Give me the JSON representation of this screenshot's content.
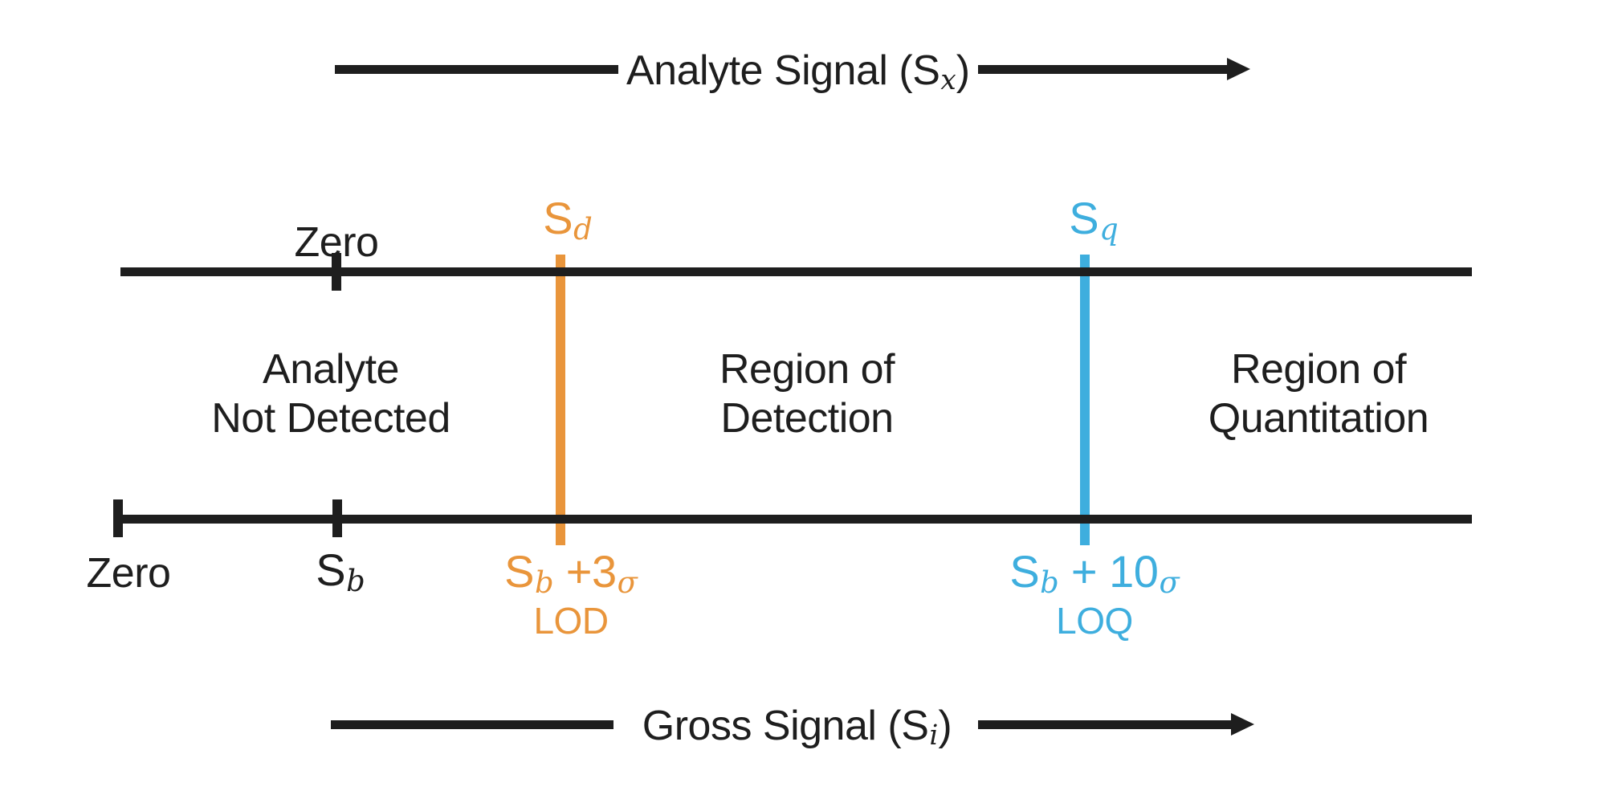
{
  "diagram": {
    "top_arrow": {
      "label_prefix": "Analyte Signal (S",
      "label_subscript": "x",
      "label_suffix": ")"
    },
    "top_axis": {
      "zero_label": "Zero",
      "sd_base": "S",
      "sd_sub": "d",
      "sq_base": "S",
      "sq_sub": "q"
    },
    "regions": {
      "not_detected_line1": "Analyte",
      "not_detected_line2": "Not Detected",
      "detection_line1": "Region of",
      "detection_line2": "Detection",
      "quantitation_line1": "Region of",
      "quantitation_line2": "Quantitation"
    },
    "bottom_axis": {
      "zero_label": "Zero",
      "sb_base": "S",
      "sb_sub": "b",
      "lod_base": "S",
      "lod_sub": "b",
      "lod_plus": " +3",
      "lod_sigma": "σ",
      "lod_abbr": "LOD",
      "loq_base": "S",
      "loq_sub": "b",
      "loq_plus": " + 10",
      "loq_sigma": "σ",
      "loq_abbr": "LOQ"
    },
    "bottom_arrow": {
      "label_prefix": "Gross Signal (S",
      "label_subscript": "i",
      "label_suffix": ")"
    },
    "colors": {
      "ink": "#1e1e1e",
      "lod_orange": "#e9953b",
      "loq_blue": "#3eaede",
      "background": "#ffffff"
    }
  }
}
